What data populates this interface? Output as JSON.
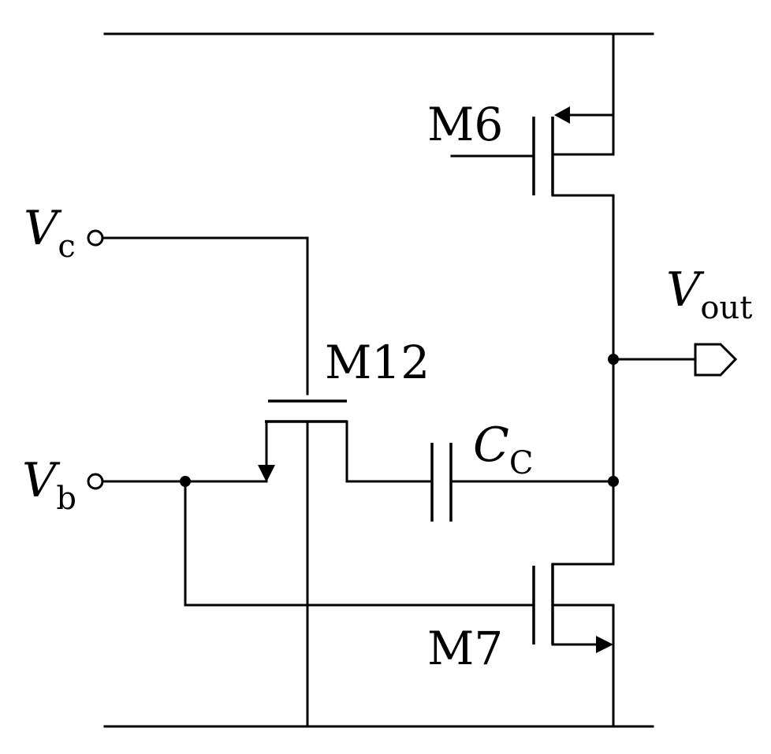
{
  "labels": {
    "m6": "M6",
    "m7": "M7",
    "m12": "M12",
    "vc_main": "V",
    "vc_sub": "c",
    "vb_main": "V",
    "vb_sub": "b",
    "vout_main": "V",
    "vout_sub": "out",
    "cc_main": "C",
    "cc_sub": "C"
  }
}
